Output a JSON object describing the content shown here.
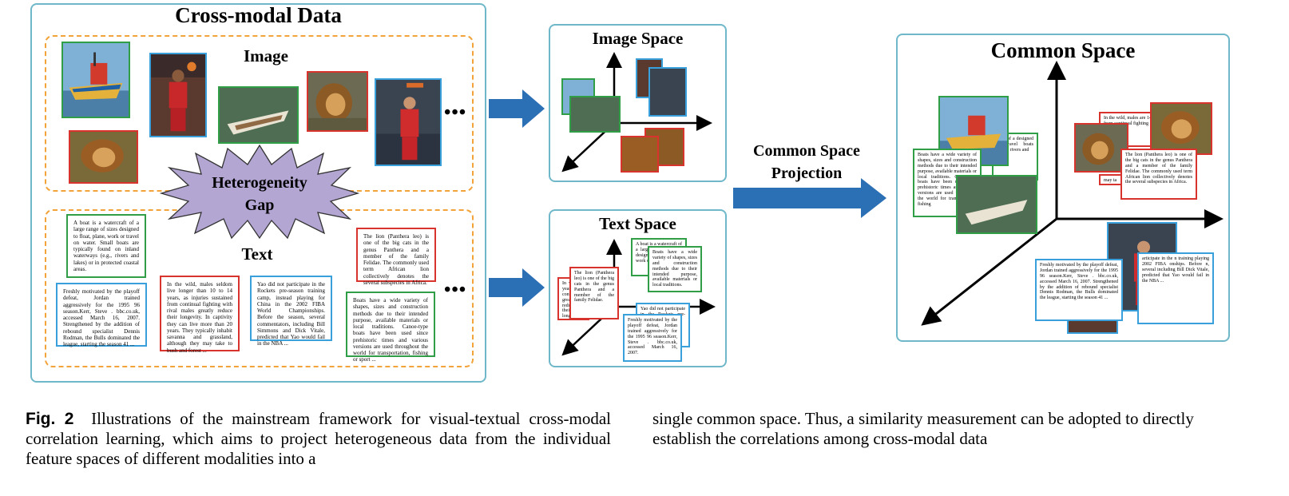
{
  "figure": {
    "crossmodal_title": "Cross-modal Data",
    "image_label": "Image",
    "text_label": "Text",
    "gap_label_line1": "Heterogeneity",
    "gap_label_line2": "Gap",
    "ellipsis": "•••",
    "image_space_title": "Image Space",
    "text_space_title": "Text Space",
    "common_space_title": "Common  Space",
    "projection_line1": "Common Space",
    "projection_line2": "Projection",
    "colors": {
      "panel_border": "#6fb8c9",
      "dash": "#f2a33a",
      "arrow": "#2b6fb5",
      "green": "#2f9e46",
      "red": "#d8342d",
      "blue": "#3aa0dc",
      "gap_fill": "#b3a6d2"
    },
    "docs": {
      "boat1": "A boat is a watercraft of a large range of sizes designed to float, plane, work or travel on water. Small boats are typically found on inland waterways (e.g., rivers and lakes) or in protected coastal areas.",
      "jordan": "Freshly motivated by the playoff defeat, Jordan trained aggressively for the 1995 96 season.Kerr, Steve . bbc.co.uk, accessed March 16, 2007. Strengthened by the addition of rebound specialist Dennis Rodman, the Bulls dominated the league, starting the season 41 ...",
      "wild": "In the wild, males seldom live longer than 10 to 14 years, as injuries sustained from continual fighting with rival males greatly reduce their longevity. In captivity they can live more than 20 years. They typically inhabit savanna and grassland, although they may take to bush and forest ...",
      "yao": "Yao did not participate in the Rockets pre-season training camp, instead playing for China in the 2002 FIBA World Championships. Before the season, several commentators, including Bill Simmons and Dick Vitale, predicted that Yao would fail in the NBA ...",
      "lion": "The lion (Panthera leo) is one of the big cats in the genus Panthera and a member of the family Felidae. The commonly used term African lion collectively denotes the several subspecies in Africa.",
      "boats2": "Boats have a wide variety of shapes, sizes and construction methods due to their intended purpose, available materials or local traditions. Canoe-type boats have been used since prehistoric times and various versions are used throughout the world for transportation, fishing or sport ..."
    },
    "text_space_docs": {
      "wild_frag": "In wild 14 year injur cont greatly reduce their longevity",
      "lion": "The lion (Panthera leo) is one of the big cats in the genus Panthera and a member of the family Felidae.",
      "boat": "A boat is a watercraft of a large range of sizes designed to float, plane, work or travel",
      "boats": "Boats have a wide variety of shapes, sizes and construction methods due to their intended purpose, available materials or local traditions.",
      "yao": "Yao did not participate in the Rockets pre-season",
      "jordan": "Freshly motivated by the playoff defeat, Jordan trained aggressively for the 1995 96 season.Kerr, Steve . bbc.co.uk, accessed March 16, 2007."
    },
    "common_docs": {
      "boats": "Boats have a wide variety of shapes, sizes and construction methods due to their intended purpose, available materials or local traditions. Canoe-type boats have been used since prehistoric times and various versions are used throughout the world for transportation, fishing",
      "boat_frag": "craft of a designed or travel boats inland rivers and",
      "wild": "In the wild, males are 14 from continual fighting",
      "lion": "The lion (Panthera leo) is one of the big cats in the genus Panthera and a member of the family Felidae. The commonly used term African lion collectively denotes the several subspecies in Africa.",
      "lion_tail": "may ta",
      "jordan": "Freshly motivated by the playoff defeat, Jordan trained aggressively for the 1995 96 season.Kerr, Steve . bbc.co.uk, accessed March 16, 2007. Strengthened by the addition of rebound specialist Dennis Rodman, the Bulls dominated the league, starting the season 41 ...",
      "yao": "articipate in the n training playing 2002 FIBA onships. Before n, several including Bill Dick Vitale, predicted that Yao would fail in the NBA ..."
    }
  },
  "caption": {
    "label": "Fig. 2",
    "left": "Illustrations of the mainstream framework for visual-textual cross-modal correlation learning, which aims to project heterogeneous data from the individual feature spaces of different modalities into a",
    "right": "single common space. Thus, a similarity measurement can be adopted to directly establish the correlations among cross-modal data"
  }
}
